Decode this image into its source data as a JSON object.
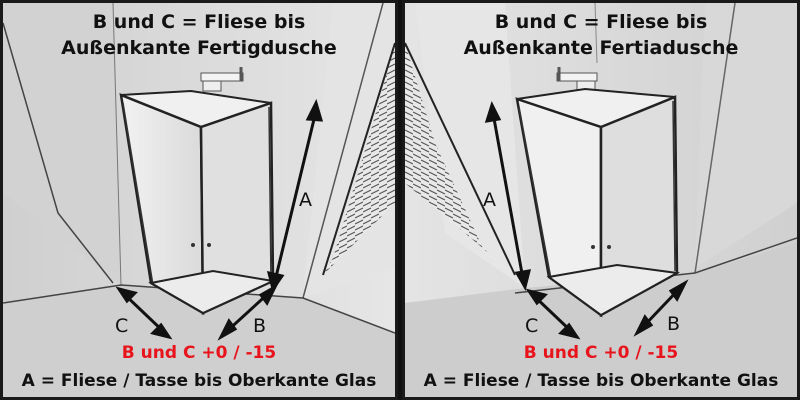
{
  "panels": [
    {
      "title_line1": "B und C = Fliese bis",
      "title_line2": "Außenkante Fertigdusche",
      "tolerance": "B und C +0 / -15",
      "bottom_caption": "A = Fliese / Tasse bis Oberkante Glas",
      "labels": {
        "a": "A",
        "b": "B",
        "c": "C"
      }
    },
    {
      "title_line1": "B und C = Fliese bis",
      "title_line2": "Außenkante Fertiadusche",
      "tolerance": "B und C +0 / -15",
      "bottom_caption": "A = Fliese / Tasse bis Oberkante Glas",
      "labels": {
        "a": "A",
        "b": "B",
        "c": "C"
      }
    }
  ],
  "colors": {
    "tolerance": "#e8141c",
    "text": "#111111",
    "wall": "#dcdcdc"
  }
}
